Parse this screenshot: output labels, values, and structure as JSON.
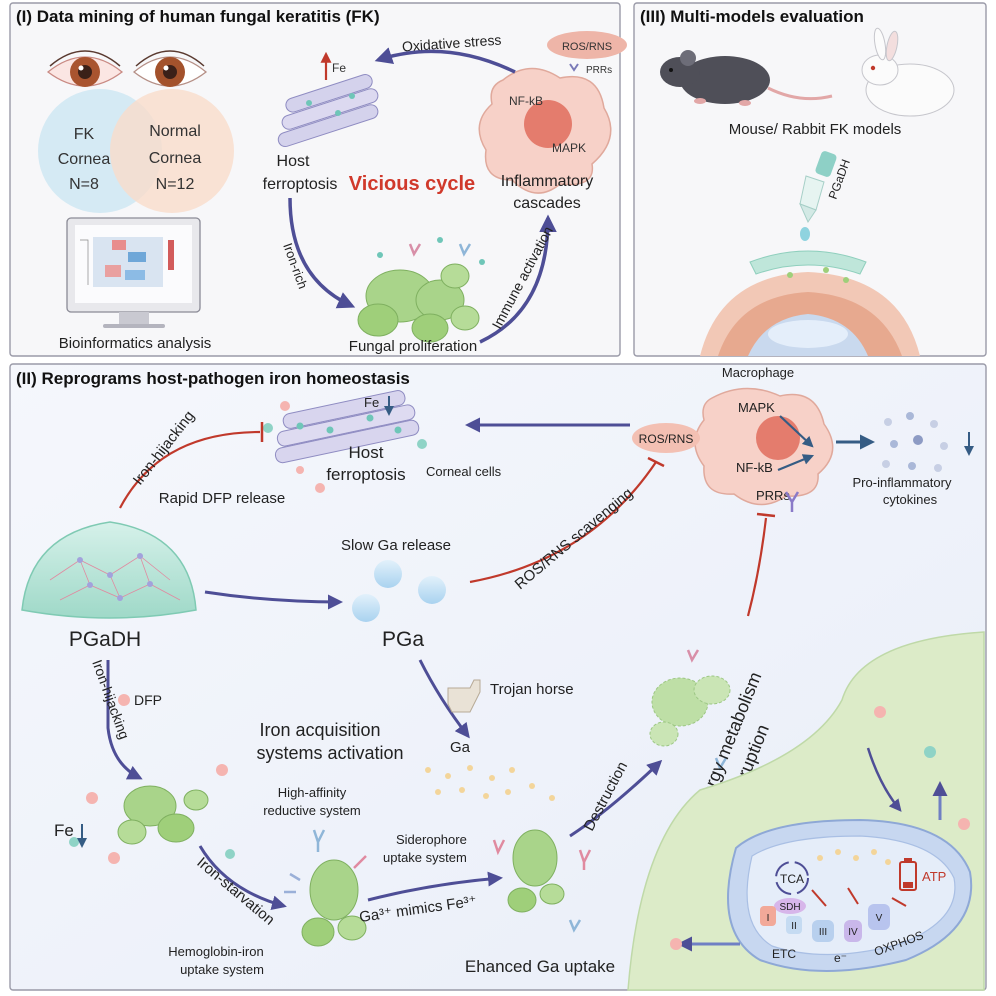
{
  "panel1": {
    "title": "(I) Data mining of human fungal keratitis (FK)",
    "venn_left": [
      "FK",
      "Cornea",
      "N=8"
    ],
    "venn_right": [
      "Normal",
      "Cornea",
      "N=12"
    ],
    "monitor_caption": "Bioinformatics analysis",
    "oxidative_stress": "Oxidative stress",
    "ros_rns": "ROS/RNS",
    "prrs": "PRRs",
    "fe": "Fe",
    "nfkb": "NF-kB",
    "mapk": "MAPK",
    "host_ferroptosis": [
      "Host",
      "ferroptosis"
    ],
    "vicious_cycle": "Vicious cycle",
    "inflammatory_cascades": [
      "Inflammatory",
      "cascades"
    ],
    "iron_rich": "Iron-rich",
    "immune_activation": "Immune activation",
    "fungal_proliferation": "Fungal proliferation"
  },
  "panel3": {
    "title": "(III) Multi-models evaluation",
    "models_caption": "Mouse/ Rabbit FK models",
    "dropper_label": "PGaDH"
  },
  "panel2": {
    "title": "(II) Reprograms host-pathogen iron homeostasis",
    "fe": "Fe",
    "host_ferroptosis": [
      "Host",
      "ferroptosis"
    ],
    "corneal_cells": "Corneal cells",
    "iron_hijacking_top": "Iron-hijacking",
    "rapid_dfp": "Rapid DFP release",
    "macrophage": "Macrophage",
    "mapk": "MAPK",
    "ros_rns": "ROS/RNS",
    "nfkb": "NF-kB",
    "prrs": "PRRs",
    "pro_inflammatory": [
      "Pro-inflammatory",
      "cytokines"
    ],
    "ros_scavenging": "ROS/RNS scavenging",
    "slow_ga": "Slow Ga release",
    "pgadh": "PGaDH",
    "pga": "PGa",
    "trojan_horse": "Trojan horse",
    "iron_hijacking_left": "Iron-hijacking",
    "dfp": "DFP",
    "iron_acquisition": [
      "Iron acquisition",
      "systems activation"
    ],
    "ga": "Ga",
    "energy_disruption": [
      "Energy metabolism",
      "disruption"
    ],
    "high_affinity": [
      "High-affinity",
      "reductive system"
    ],
    "siderophore": [
      "Siderophore",
      "uptake system"
    ],
    "destruction": "Destruction",
    "fe_left": "Fe",
    "iron_starvation": "Iron-starvation",
    "ga_mimics": "Ga³⁺ mimics Fe³⁺",
    "hemoglobin": [
      "Hemoglobin-iron",
      "uptake system"
    ],
    "enhanced_ga": "Ehanced Ga uptake",
    "tca": "TCA",
    "sdh": "SDH",
    "atp": "ATP",
    "complexes": [
      "I",
      "II",
      "III",
      "IV",
      "V"
    ],
    "etc": "ETC",
    "e_minus": "e⁻",
    "oxphos": "OXPHOS"
  },
  "colors": {
    "frame": "#9a9aa8",
    "arrow_purple": "#5a5aa0",
    "inhibit_red": "#c0392b",
    "vicious_red": "#d0392b",
    "fungus_green": "#9fcf7a",
    "mito_blue": "#c7d7f0",
    "cell_pink": "#f4cbc6"
  }
}
